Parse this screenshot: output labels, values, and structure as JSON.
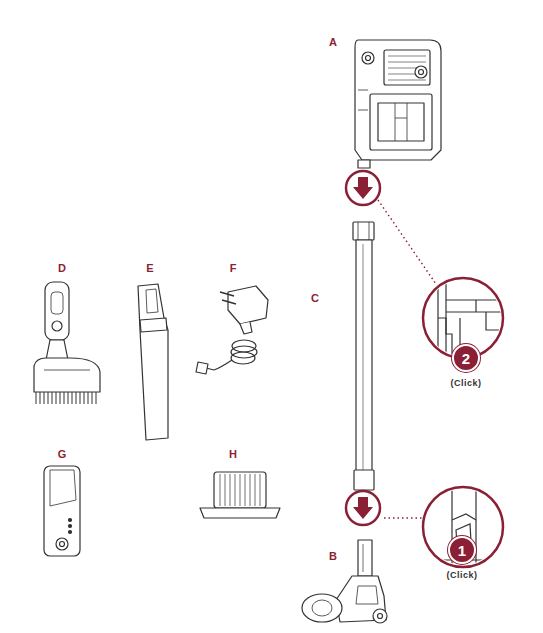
{
  "diagram": {
    "nodes": [
      {
        "text": [
          "2",
          "(Click)"
        ]
      },
      {
        "text": [
          "1",
          "(Click)"
        ]
      }
    ],
    "labels": [
      "A",
      "D",
      "E",
      "F",
      "C",
      "G",
      "H",
      "B"
    ]
  }
}
